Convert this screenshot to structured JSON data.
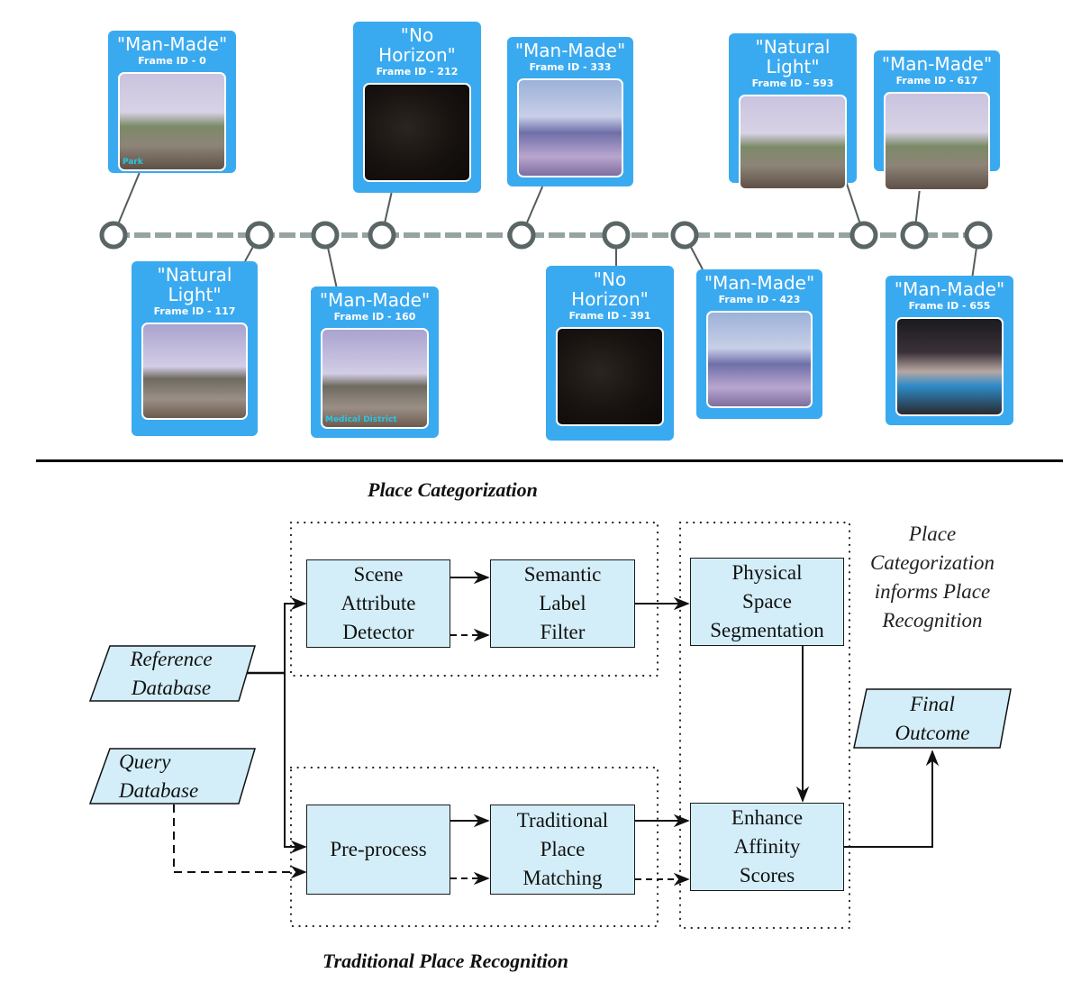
{
  "timeline": {
    "colors": {
      "card": "#3aaaf0",
      "node": "#5a6566",
      "track": "#95a3a1"
    },
    "frames": [
      {
        "label": "\"Man-Made\"",
        "frame_id": "Frame ID - 0",
        "position": "above",
        "overlay": "Park",
        "scene": "day1"
      },
      {
        "label": "\"Natural\nLight\"",
        "frame_id": "Frame ID - 117",
        "position": "below",
        "overlay": "",
        "scene": "day2"
      },
      {
        "label": "\"Man-Made\"",
        "frame_id": "Frame ID - 160",
        "position": "below",
        "overlay": "Medical District",
        "scene": "day2"
      },
      {
        "label": "\"No\nHorizon\"",
        "frame_id": "Frame ID - 212",
        "position": "above",
        "overlay": "",
        "scene": "dark"
      },
      {
        "label": "\"Man-Made\"",
        "frame_id": "Frame ID - 333",
        "position": "above",
        "overlay": "",
        "scene": "blue"
      },
      {
        "label": "\"No\nHorizon\"",
        "frame_id": "Frame ID - 391",
        "position": "below",
        "overlay": "",
        "scene": "dark"
      },
      {
        "label": "\"Man-Made\"",
        "frame_id": "Frame ID - 423",
        "position": "below",
        "overlay": "",
        "scene": "blue"
      },
      {
        "label": "\"Natural\nLight\"",
        "frame_id": "Frame ID - 593",
        "position": "above",
        "overlay": "",
        "scene": "day1"
      },
      {
        "label": "\"Man-Made\"",
        "frame_id": "Frame ID -  617",
        "position": "above",
        "overlay": "",
        "scene": "day1"
      },
      {
        "label": "\"Man-Made\"",
        "frame_id": "Frame ID - 655",
        "position": "below",
        "overlay": "",
        "scene": "station"
      }
    ]
  },
  "flowchart": {
    "section_titles": {
      "top": "Place Categorization",
      "bottom": "Traditional Place Recognition"
    },
    "note": "Place\nCategorization\ninforms Place\nRecognition",
    "inputs": {
      "reference": "Reference\nDatabase",
      "query": "Query\nDatabase"
    },
    "output": "Final\nOutcome",
    "boxes": {
      "scene_attribute": "Scene\nAttribute\nDetector",
      "semantic_filter": "Semantic\nLabel\nFilter",
      "physical_space": "Physical\nSpace\nSegmentation",
      "preprocess": "Pre-process",
      "traditional_matching": "Traditional\nPlace\nMatching",
      "enhance_affinity": "Enhance\nAffinity\nScores"
    },
    "colors": {
      "box_fill": "#d3eef8",
      "stroke": "#1a1a1a"
    }
  }
}
